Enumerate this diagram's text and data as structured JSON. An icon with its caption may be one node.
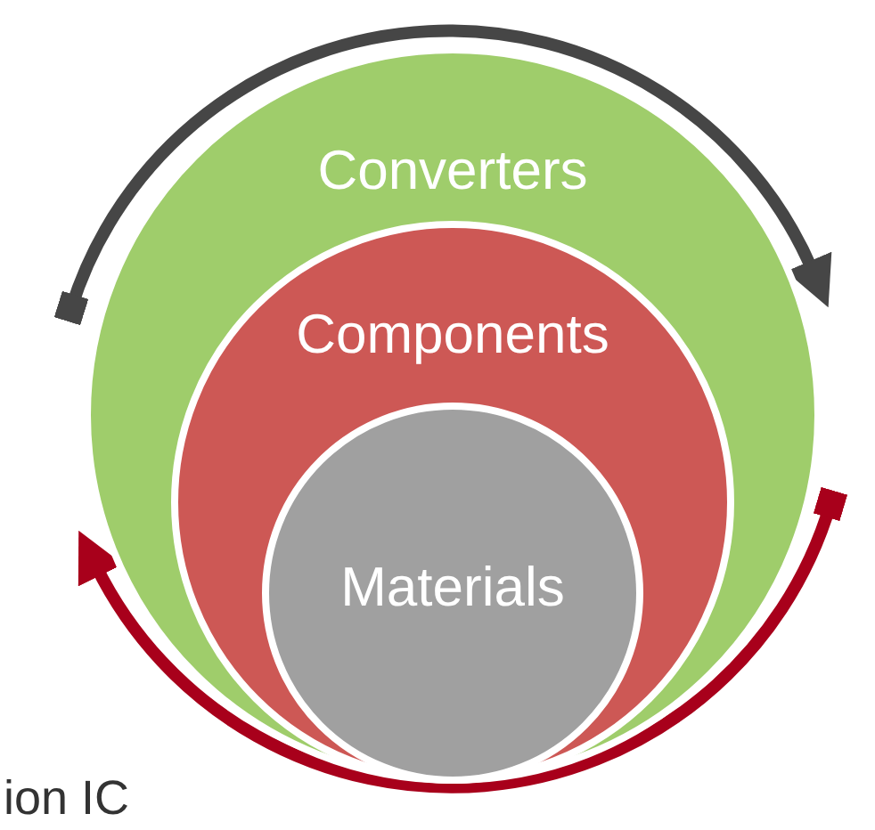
{
  "diagram": {
    "nodes": [
      {
        "text": [
          "Converters"
        ]
      },
      {
        "text": [
          "Components"
        ],
        "in": 0
      },
      {
        "text": [
          "Materials"
        ],
        "in": 1
      }
    ],
    "labels": [
      "ion IC"
    ]
  }
}
